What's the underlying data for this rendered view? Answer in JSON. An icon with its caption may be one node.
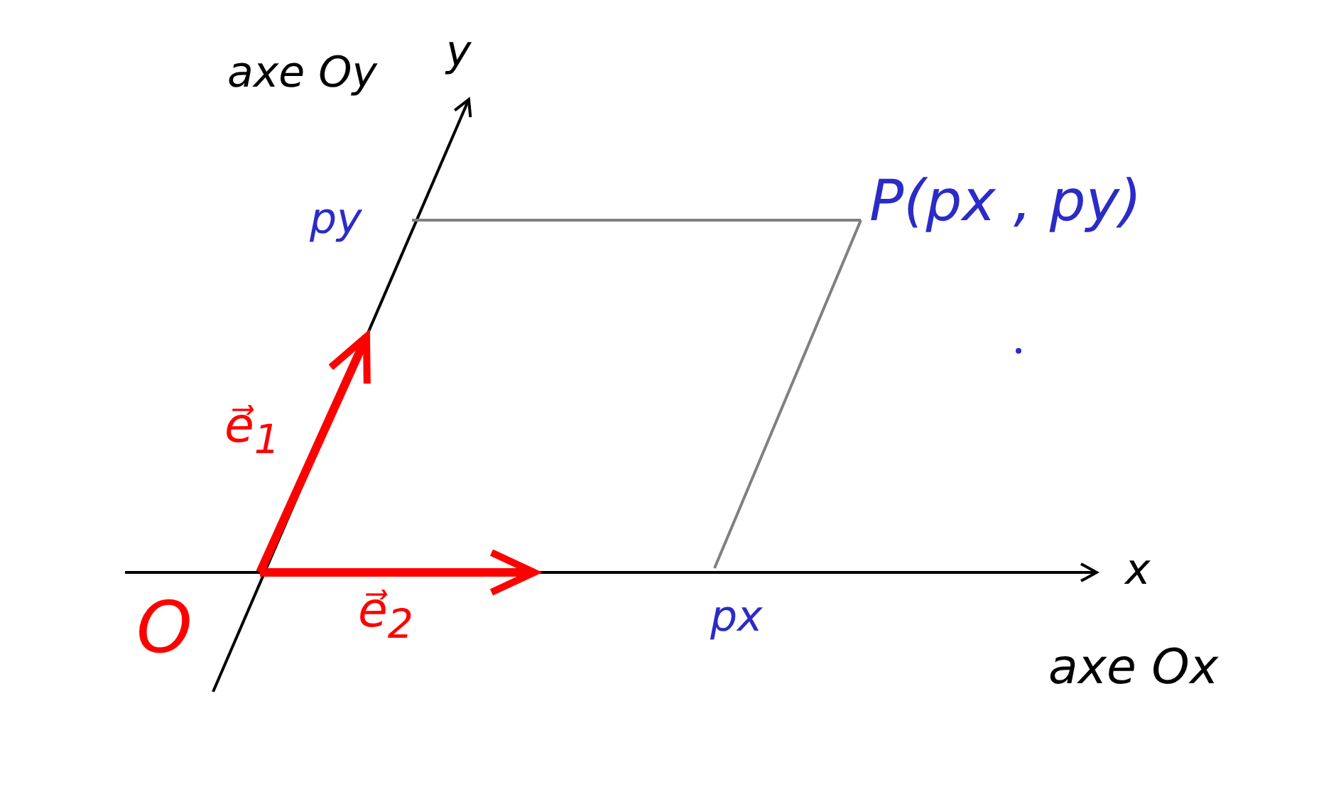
{
  "diagram": {
    "labels": [
      "axe Oy",
      "y",
      "py",
      "P(px , py)",
      "e⃗$_{1}$",
      "O",
      "e⃗$_{2}$",
      "px",
      "x",
      "axe Ox"
    ]
  }
}
